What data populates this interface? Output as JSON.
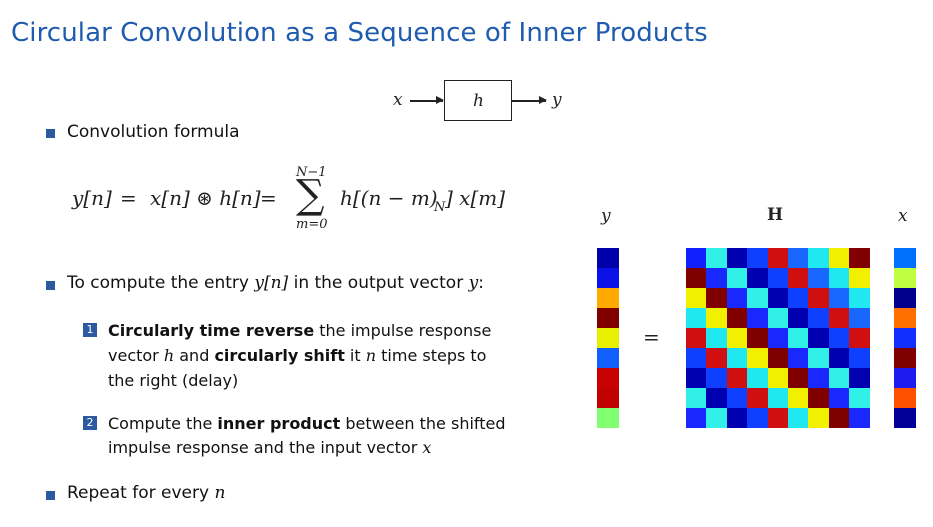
{
  "slide": {
    "title": "Circular Convolution as a Sequence of Inner Products"
  },
  "block_diagram": {
    "input": "x",
    "system": "h",
    "output": "y"
  },
  "bullets": {
    "b1": "Convolution formula",
    "formula": {
      "lhs": "y[n]",
      "eq1": "=",
      "mid": "x[n] ⊛ h[n]",
      "eq2": "=",
      "sum_upper": "N−1",
      "sum_lower": "m=0",
      "summand": "h[(n − m)",
      "summand_sub": "N",
      "summand_end": "] x[m]"
    },
    "b2_pre": "To compute the entry ",
    "b2_math1": "y[n]",
    "b2_mid": " in the output vector ",
    "b2_math2": "y",
    "b2_end": ":",
    "sub1": {
      "num": "1",
      "bold1": "Circularly time reverse",
      "t1": " the impulse response",
      "t2": "vector ",
      "m1": "h",
      "t3": " and ",
      "bold2": "circularly shift",
      "t4": " it ",
      "m2": "n",
      "t5": " time steps to",
      "t6": "the right (delay)"
    },
    "sub2": {
      "num": "2",
      "t1": "Compute the ",
      "bold1": "inner product",
      "t2": " between the shifted",
      "t3": "impulse response and the input vector ",
      "m1": "x"
    },
    "b3_pre": "Repeat for every ",
    "b3_math": "n"
  },
  "matrix_figure": {
    "y_label": "y",
    "H_label": "H",
    "x_label": "x",
    "equals": "=",
    "y_colors": [
      "#0000a8",
      "#0a10e8",
      "#ffaa00",
      "#800000",
      "#e8f000",
      "#1060ff",
      "#c80000",
      "#c00000",
      "#80ff70"
    ],
    "x_colors": [
      "#0070ff",
      "#c0ff40",
      "#00008c",
      "#ff7000",
      "#1030ff",
      "#800000",
      "#1c1cf0",
      "#ff5000",
      "#000098"
    ],
    "H_colors": [
      [
        "#1020ff",
        "#30f0e8",
        "#0000b0",
        "#1040ff",
        "#d01010",
        "#1868ff",
        "#20e8f0",
        "#f0f000",
        "#800000"
      ],
      [
        "#800000",
        "#1828ff",
        "#30f0e8",
        "#0000b0",
        "#1040ff",
        "#d01010",
        "#1868ff",
        "#20e8f0",
        "#f0f000"
      ],
      [
        "#f0f000",
        "#800000",
        "#1828ff",
        "#30f0e8",
        "#0000b0",
        "#1040ff",
        "#d01010",
        "#1868ff",
        "#20e8f0"
      ],
      [
        "#20e8f0",
        "#f0f000",
        "#800000",
        "#1828ff",
        "#30f0e8",
        "#0000b0",
        "#1040ff",
        "#d01010",
        "#1868ff"
      ],
      [
        "#d01010",
        "#20e8f0",
        "#f0f000",
        "#800000",
        "#1828ff",
        "#30f0e8",
        "#0000b0",
        "#1040ff",
        "#d01010"
      ],
      [
        "#1040ff",
        "#d01010",
        "#20e8f0",
        "#f0f000",
        "#800000",
        "#1828ff",
        "#30f0e8",
        "#0000b0",
        "#1040ff"
      ],
      [
        "#0000b0",
        "#1040ff",
        "#d01010",
        "#20e8f0",
        "#f0f000",
        "#800000",
        "#1828ff",
        "#30f0e8",
        "#0000b0"
      ],
      [
        "#30f0e8",
        "#0000b0",
        "#1040ff",
        "#d01010",
        "#20e8f0",
        "#f0f000",
        "#800000",
        "#1828ff",
        "#30f0e8"
      ],
      [
        "#1828ff",
        "#30f0e8",
        "#0000b0",
        "#1040ff",
        "#d01010",
        "#20e8f0",
        "#f0f000",
        "#800000",
        "#1828ff"
      ]
    ]
  }
}
